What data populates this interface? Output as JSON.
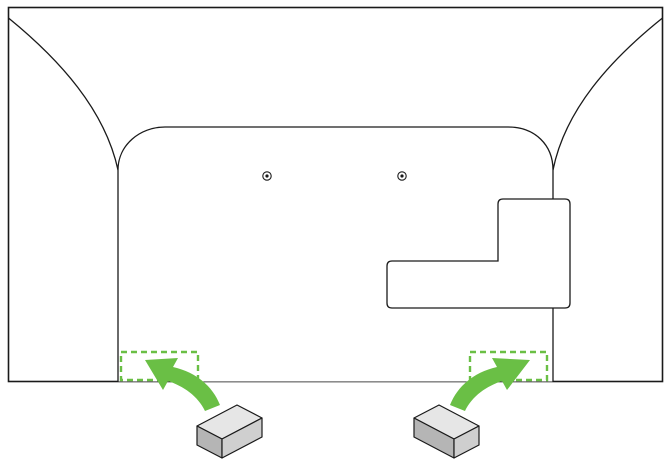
{
  "diagram": {
    "subject": "tv-rear-panel",
    "colors": {
      "outline": "#1a1a1a",
      "background": "#ffffff",
      "arrow": "#6abf45",
      "placement_guide": "#6abf45",
      "block_top": "#e6e6e6",
      "block_front": "#b5b5b5",
      "block_side": "#cfcfcf"
    },
    "icons": {
      "screw": "screw-hole-icon",
      "arrow": "curved-arrow-icon",
      "block": "box-block-icon"
    },
    "screw_holes": 2,
    "placement_targets": 2
  }
}
